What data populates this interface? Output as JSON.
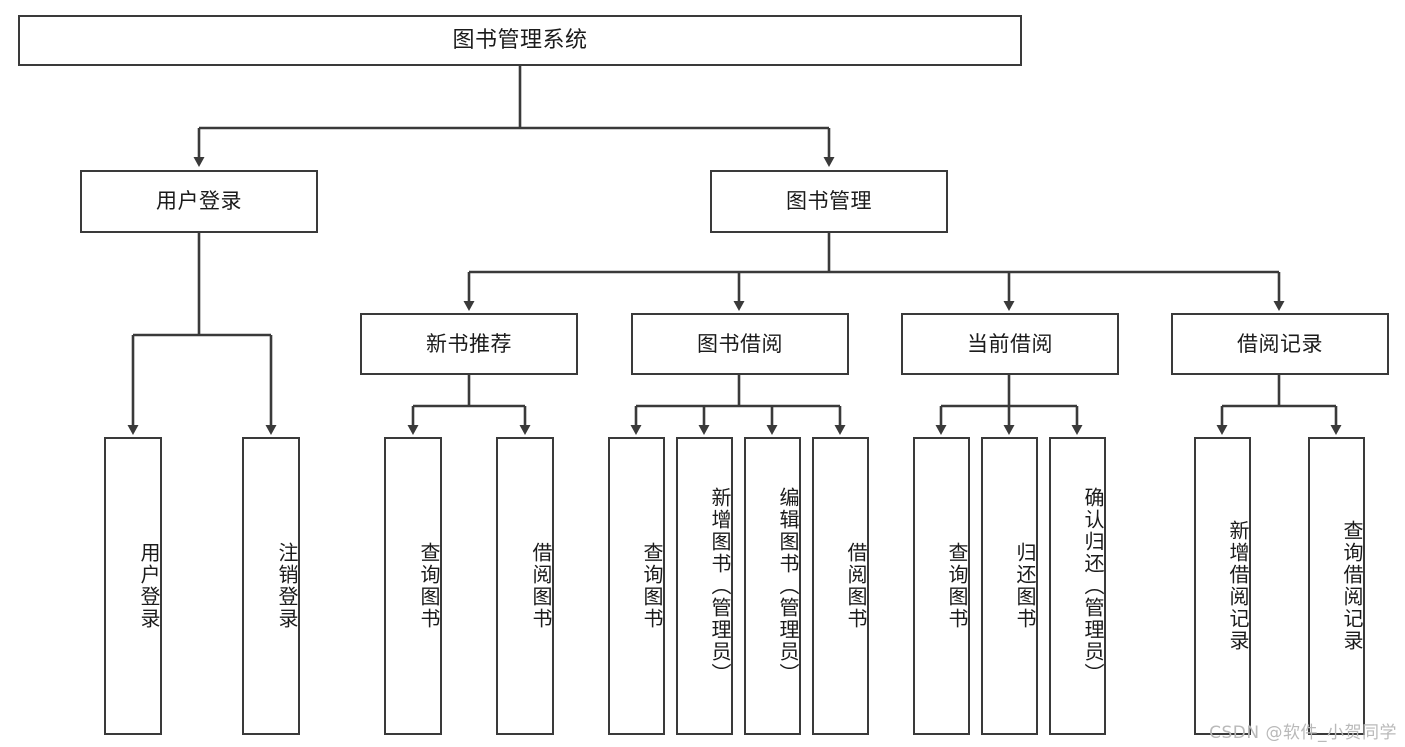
{
  "diagram": {
    "type": "tree-hierarchy",
    "title": "图书管理系统",
    "watermark": "CSDN @软件_小贺同学",
    "colors": {
      "box_border": "#3a3a3a",
      "box_fill": "#ffffff",
      "connector": "#3a3a3a",
      "text": "#1b1b1b",
      "watermark": "#b9b9b9"
    },
    "nodes": {
      "root": {
        "label": "图书管理系统"
      },
      "level2": [
        {
          "id": "user-login",
          "label": "用户登录"
        },
        {
          "id": "book-manage",
          "label": "图书管理"
        }
      ],
      "level3": [
        {
          "id": "new-book-recommend",
          "label": "新书推荐"
        },
        {
          "id": "book-borrow",
          "label": "图书借阅"
        },
        {
          "id": "current-borrow",
          "label": "当前借阅"
        },
        {
          "id": "borrow-record",
          "label": "借阅记录"
        }
      ],
      "leaves": {
        "user-login": [
          {
            "id": "leaf-user-login",
            "label": "用户登录"
          },
          {
            "id": "leaf-logout",
            "label": "注销登录"
          }
        ],
        "new-book-recommend": [
          {
            "id": "leaf-query-book-1",
            "label": "查询图书"
          },
          {
            "id": "leaf-borrow-book-1",
            "label": "借阅图书"
          }
        ],
        "book-borrow": [
          {
            "id": "leaf-query-book-2",
            "label": "查询图书"
          },
          {
            "id": "leaf-add-book",
            "label": "新增图书（管理员）"
          },
          {
            "id": "leaf-edit-book",
            "label": "编辑图书（管理员）"
          },
          {
            "id": "leaf-borrow-book-2",
            "label": "借阅图书"
          }
        ],
        "current-borrow": [
          {
            "id": "leaf-query-book-3",
            "label": "查询图书"
          },
          {
            "id": "leaf-return-book",
            "label": "归还图书"
          },
          {
            "id": "leaf-confirm-return",
            "label": "确认归还（管理员）"
          }
        ],
        "borrow-record": [
          {
            "id": "leaf-add-record",
            "label": "新增借阅记录"
          },
          {
            "id": "leaf-query-record",
            "label": "查询借阅记录"
          }
        ]
      }
    }
  }
}
